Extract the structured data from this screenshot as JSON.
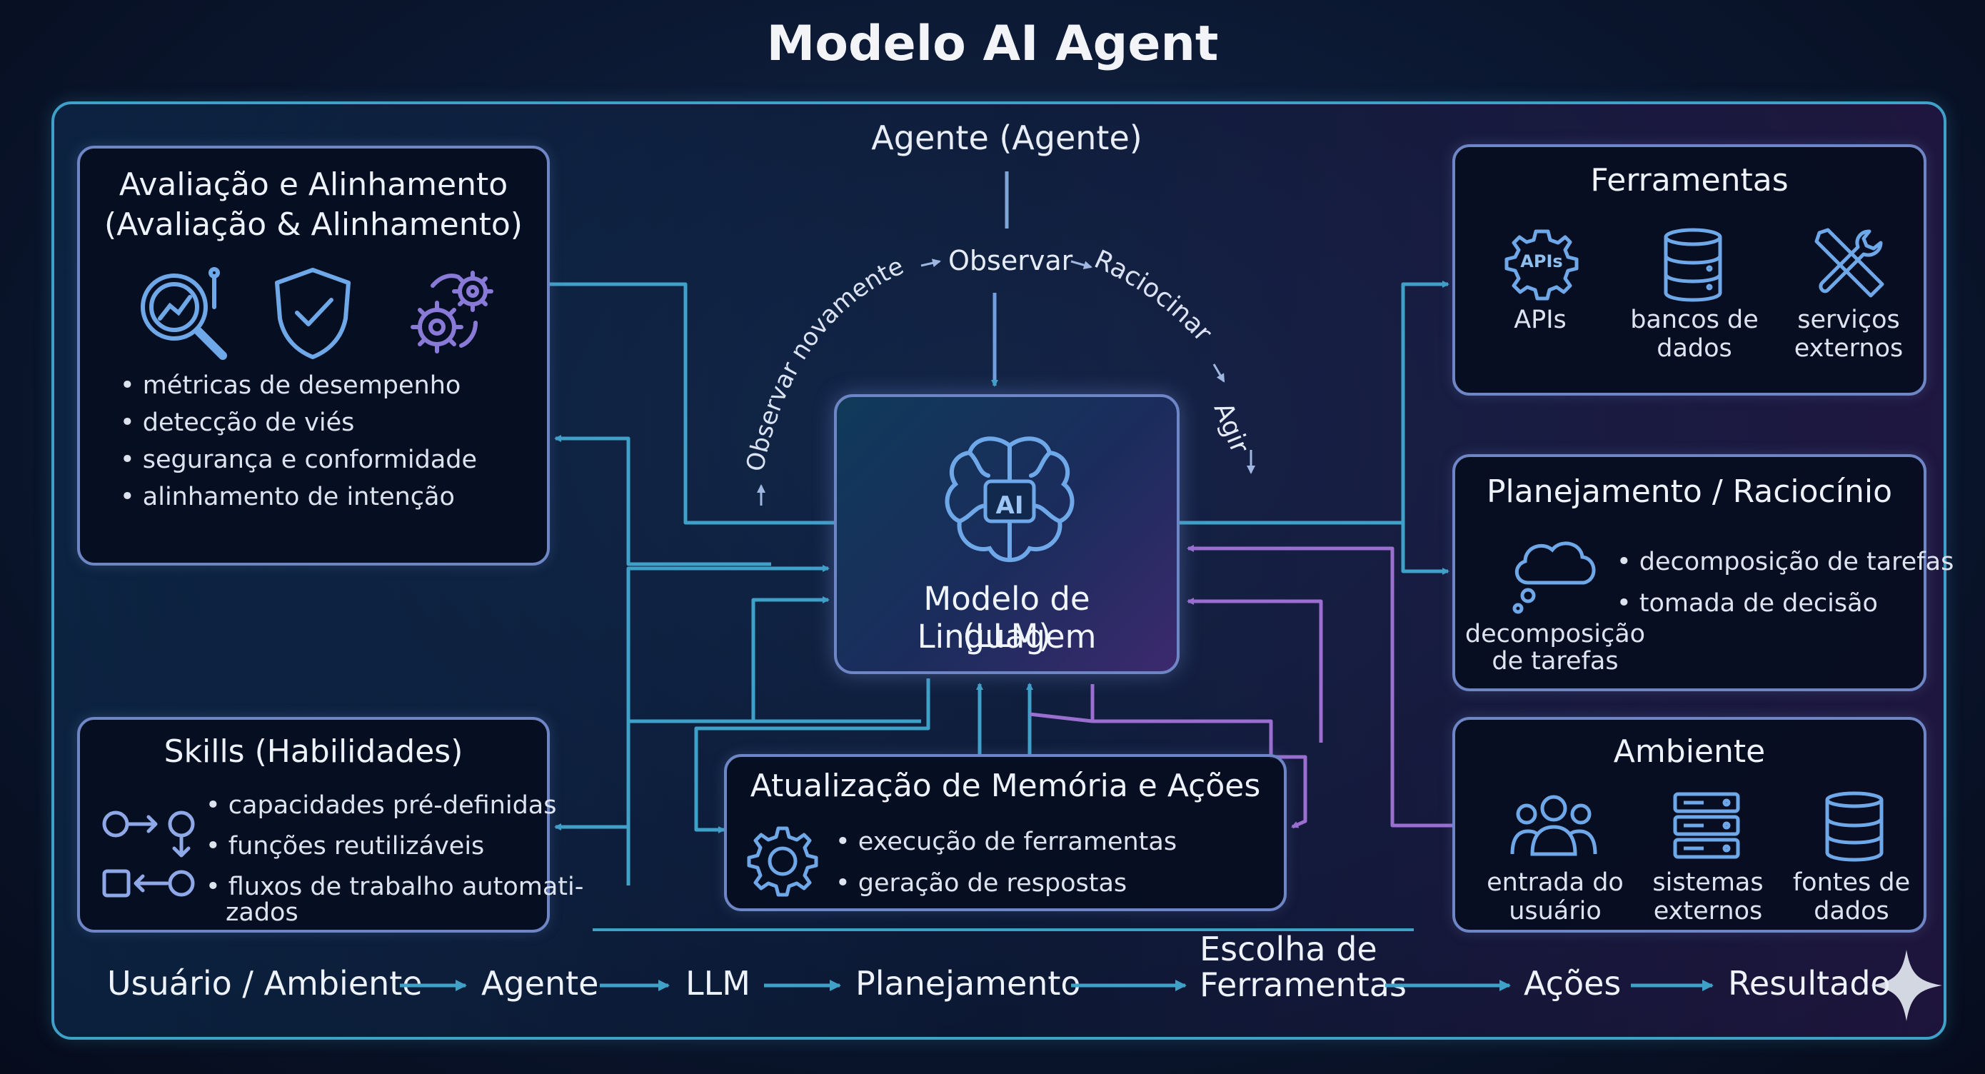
{
  "title": "Modelo AI Agent",
  "agent_title": "Agente (Agente)",
  "loop": {
    "observe": "Observar",
    "reason": "Raciocinar",
    "act": "Agir",
    "reobserve": "Observar novamente"
  },
  "llm": {
    "line1": "Modelo de Linguagem",
    "line2": "(LLM)",
    "badge": "AI"
  },
  "evaluation": {
    "title_line1": "Avaliação e Alinhamento",
    "title_line2": "(Avaliação & Alinhamento)",
    "items": [
      "métricas de desempenho",
      "detecção de viés",
      "segurança e conformidade",
      "alinhamento de intenção"
    ]
  },
  "tools": {
    "title": "Ferramentas",
    "apis_badge": "APIs",
    "apis": "APIs",
    "db_line1": "bancos de",
    "db_line2": "dados",
    "ext_line1": "serviços",
    "ext_line2": "externos"
  },
  "planning": {
    "title": "Planejamento / Raciocínio",
    "items": [
      "decomposição de tarefas",
      "tomada de decisão"
    ],
    "caption_line1": "decomposição",
    "caption_line2": "de tarefas"
  },
  "skills": {
    "title": "Skills (Habilidades)",
    "items": [
      "capacidades pré-definidas",
      "funções reutilizáveis",
      "fluxos de trabalho automati-",
      "zados"
    ]
  },
  "memory": {
    "title": "Atualização de Memória e Ações",
    "items": [
      "execução de ferramentas",
      "geração de respostas"
    ]
  },
  "environment": {
    "title": "Ambiente",
    "user_line1": "entrada do",
    "user_line2": "usuário",
    "sys_line1": "sistemas",
    "sys_line2": "externos",
    "src_line1": "fontes de",
    "src_line2": "dados"
  },
  "flow": {
    "s1": "Usuário / Ambiente",
    "s2": "Agente",
    "s3": "LLM",
    "s4": "Planejamento",
    "s5_line1": "Escolha de",
    "s5_line2": "Ferramentas",
    "s6": "Ações",
    "s7": "Resultado"
  },
  "colors": {
    "accent": "#3fa0c8",
    "panel_border": "#6f86c6",
    "purple": "#8a5cc0"
  }
}
